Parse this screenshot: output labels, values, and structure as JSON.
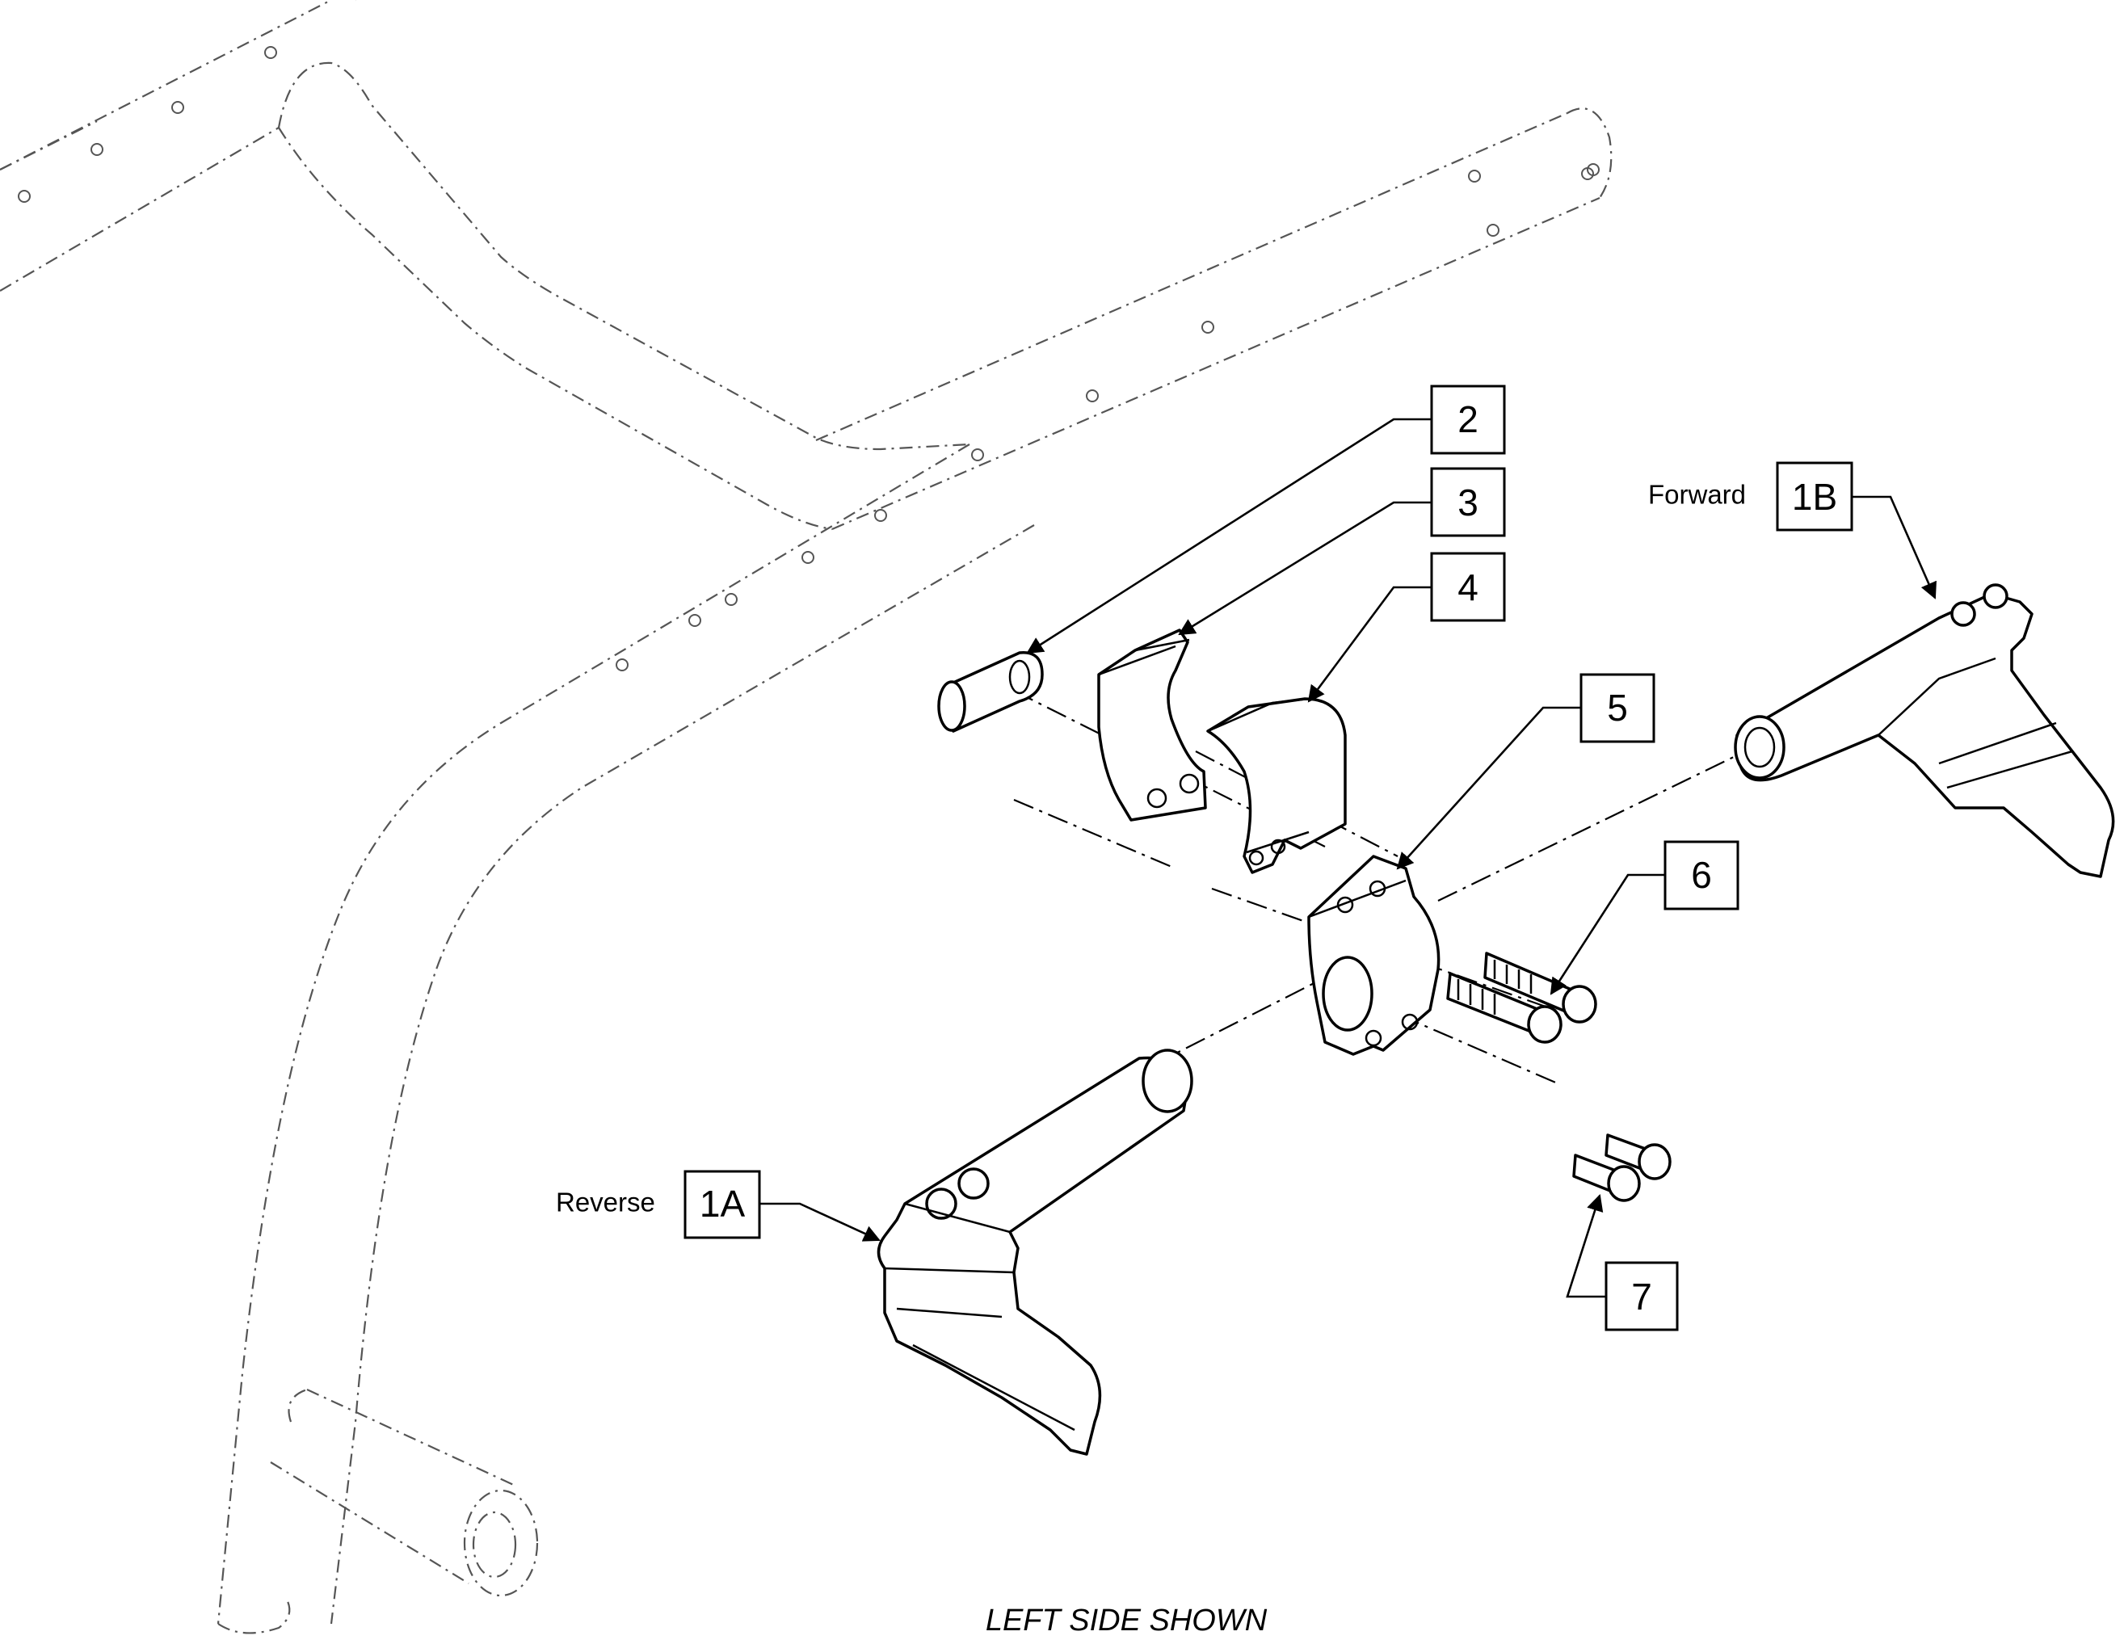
{
  "callouts": {
    "c2": "2",
    "c3": "3",
    "c4": "4",
    "c5": "5",
    "c6": "6",
    "c7": "7",
    "c1a": "1A",
    "c1b": "1B"
  },
  "side_labels": {
    "forward": "Forward",
    "reverse": "Reverse"
  },
  "caption": "LEFT SIDE SHOWN",
  "icons": [
    "frame-outline",
    "axle-pin",
    "clamp-half",
    "clamp-block",
    "cap-screw",
    "brake-lever-assembly"
  ]
}
